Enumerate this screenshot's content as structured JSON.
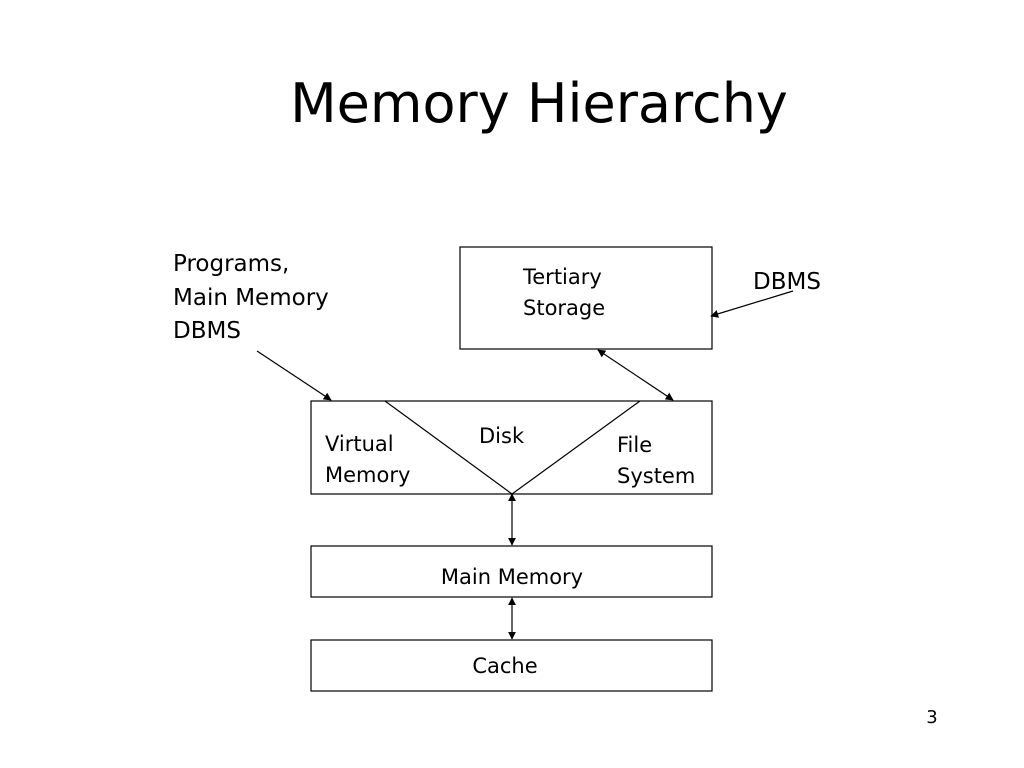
{
  "slide": {
    "title": "Memory Hierarchy",
    "number": "3"
  },
  "diagram": {
    "tertiary_storage": [
      "Tertiary",
      "Storage"
    ],
    "disk": {
      "center": "Disk",
      "left": [
        "Virtual",
        "Memory"
      ],
      "right": [
        "File",
        "System"
      ]
    },
    "main_memory": "Main Memory",
    "cache": "Cache",
    "left_annotation": [
      "Programs,",
      "Main Memory",
      "DBMS"
    ],
    "right_annotation": "DBMS"
  }
}
